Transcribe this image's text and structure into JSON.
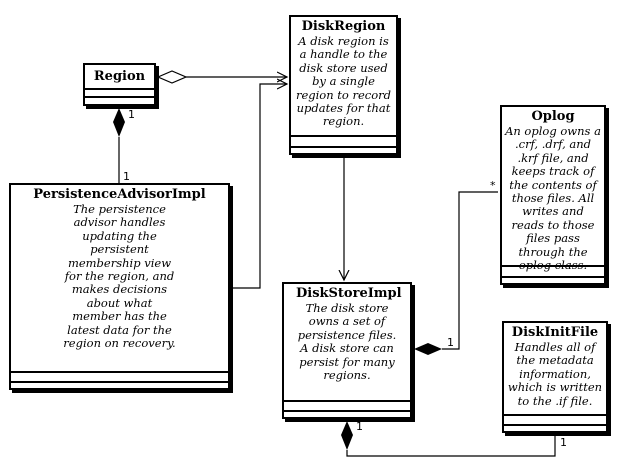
{
  "classes": {
    "region": {
      "name": "Region",
      "description": ""
    },
    "disk_region": {
      "name": "DiskRegion",
      "description": "A disk region is a handle to the disk store used by a single region to record updates for that region."
    },
    "oplog": {
      "name": "Oplog",
      "description": "An oplog owns a .crf, .drf, and .krf file, and keeps track of the contents of those files. All writes and reads to those files pass through the oplog class."
    },
    "persistence_advisor_impl": {
      "name": "PersistenceAdvisorImpl",
      "description": "The persistence advisor handles updating the persistent membership view for the region, and makes decisions about what member has the latest data for the region on recovery."
    },
    "disk_store_impl": {
      "name": "DiskStoreImpl",
      "description": "The disk store owns a set of persistence files. A disk store can persist for many regions."
    },
    "disk_init_file": {
      "name": "DiskInitFile",
      "description": "Handles all of the metadata information, which is written to the .if file."
    }
  },
  "relations": {
    "region_advisor": {
      "source_multiplicity": "1",
      "target_multiplicity": "1"
    },
    "store_oplog": {
      "source_multiplicity": "1",
      "target_multiplicity": "*"
    },
    "store_initfile": {
      "source_multiplicity": "1",
      "target_multiplicity": "1"
    }
  }
}
